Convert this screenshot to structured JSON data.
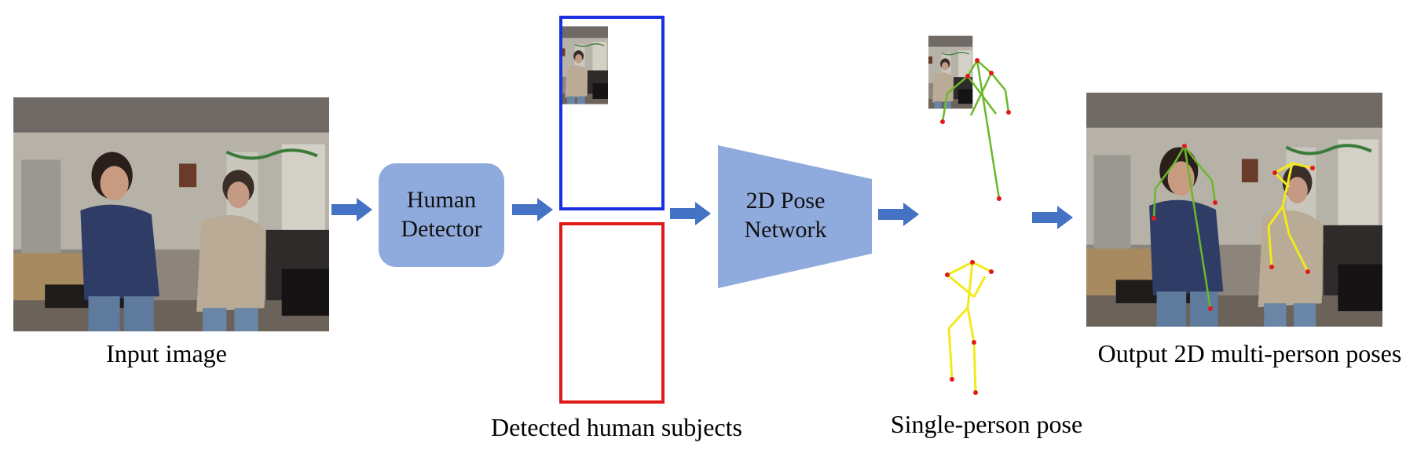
{
  "captions": {
    "input": "Input image",
    "detected": "Detected human subjects",
    "single": "Single-person pose",
    "output": "Output 2D multi-person poses"
  },
  "blocks": {
    "detector": {
      "line1": "Human",
      "line2": "Detector"
    },
    "pose_network": {
      "line1": "2D Pose",
      "line2": "Network"
    }
  },
  "colors": {
    "arrow": "#4472c4",
    "block": "#8faadc",
    "box_person1": "#1a2fe0",
    "box_person2": "#e01a1a",
    "skeleton_person1": "#6bb82a",
    "skeleton_person2": "#f2ea1a",
    "joint": "#e01a1a"
  }
}
